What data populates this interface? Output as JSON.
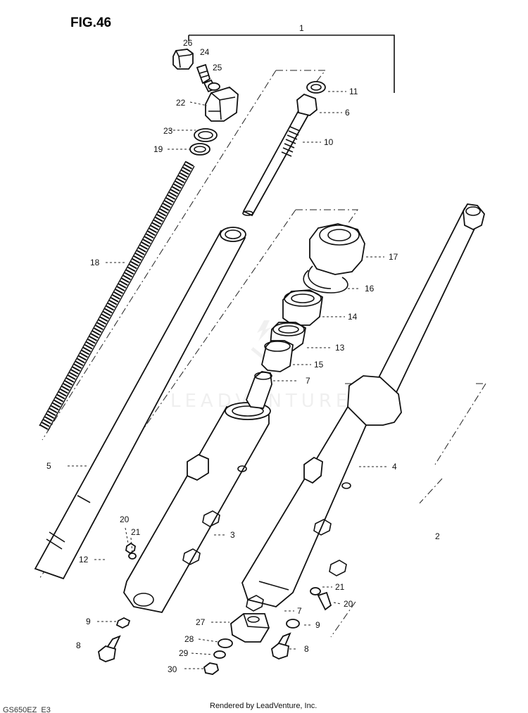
{
  "figure_title": "FIG.46",
  "footer_text": "Rendered by LeadVenture, Inc.",
  "model_code": "GS650EZ_E3",
  "watermark_text": "LEADVENTURE",
  "callouts": [
    {
      "id": "c1",
      "label": "1"
    },
    {
      "id": "c2",
      "label": "2"
    },
    {
      "id": "c3",
      "label": "3"
    },
    {
      "id": "c4",
      "label": "4"
    },
    {
      "id": "c5",
      "label": "5"
    },
    {
      "id": "c6",
      "label": "6"
    },
    {
      "id": "c7a",
      "label": "7"
    },
    {
      "id": "c7b",
      "label": "7"
    },
    {
      "id": "c8a",
      "label": "8"
    },
    {
      "id": "c8b",
      "label": "8"
    },
    {
      "id": "c9a",
      "label": "9"
    },
    {
      "id": "c9b",
      "label": "9"
    },
    {
      "id": "c10",
      "label": "10"
    },
    {
      "id": "c11",
      "label": "11"
    },
    {
      "id": "c12",
      "label": "12"
    },
    {
      "id": "c13",
      "label": "13"
    },
    {
      "id": "c14",
      "label": "14"
    },
    {
      "id": "c15",
      "label": "15"
    },
    {
      "id": "c16",
      "label": "16"
    },
    {
      "id": "c17",
      "label": "17"
    },
    {
      "id": "c18",
      "label": "18"
    },
    {
      "id": "c19",
      "label": "19"
    },
    {
      "id": "c20a",
      "label": "20"
    },
    {
      "id": "c20b",
      "label": "20"
    },
    {
      "id": "c21a",
      "label": "21"
    },
    {
      "id": "c21b",
      "label": "21"
    },
    {
      "id": "c22",
      "label": "22"
    },
    {
      "id": "c23",
      "label": "23"
    },
    {
      "id": "c24",
      "label": "24"
    },
    {
      "id": "c25",
      "label": "25"
    },
    {
      "id": "c26",
      "label": "26"
    },
    {
      "id": "c27",
      "label": "27"
    },
    {
      "id": "c28",
      "label": "28"
    },
    {
      "id": "c29",
      "label": "29"
    },
    {
      "id": "c30",
      "label": "30"
    }
  ]
}
